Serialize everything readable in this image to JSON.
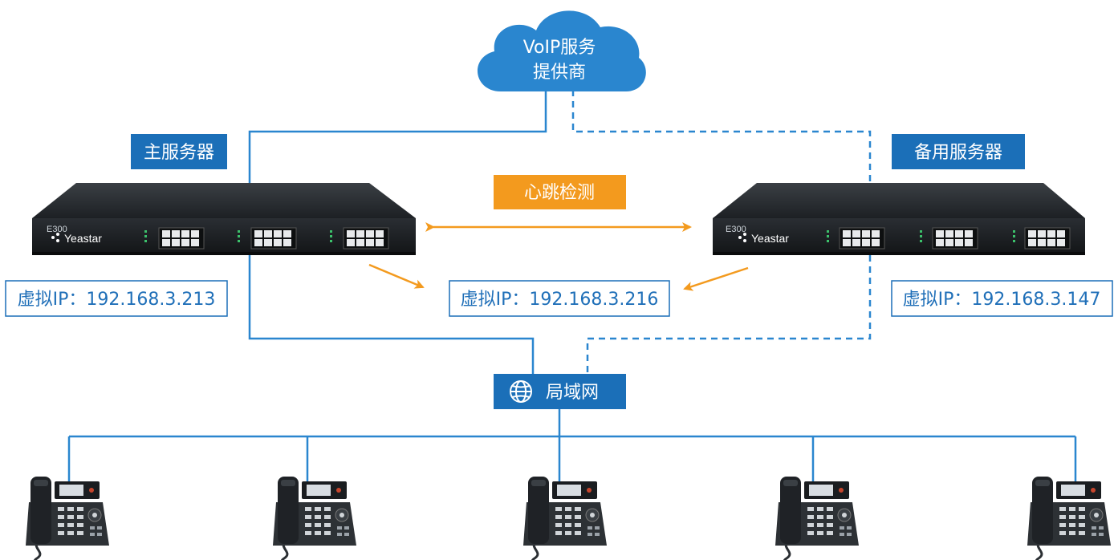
{
  "cloud": {
    "line1": "VoIP服务",
    "line2": "提供商"
  },
  "primary_server": {
    "title": "主服务器",
    "ip_label": "虚拟IP：192.168.3.213",
    "brand": "Yeastar"
  },
  "backup_server": {
    "title": "备用服务器",
    "ip_label": "虚拟IP：192.168.3.147",
    "brand": "Yeastar"
  },
  "heartbeat": {
    "label": "心跳检测"
  },
  "virtual_ip": {
    "label": "虚拟IP：192.168.3.216"
  },
  "lan": {
    "label": "局域网",
    "icon": "globe-icon"
  },
  "colors": {
    "blue": "#1b6fb8",
    "line_blue": "#2a86cf",
    "orange": "#f39a1e",
    "cloud": "#2a86cf",
    "device": "#2b2f33"
  }
}
